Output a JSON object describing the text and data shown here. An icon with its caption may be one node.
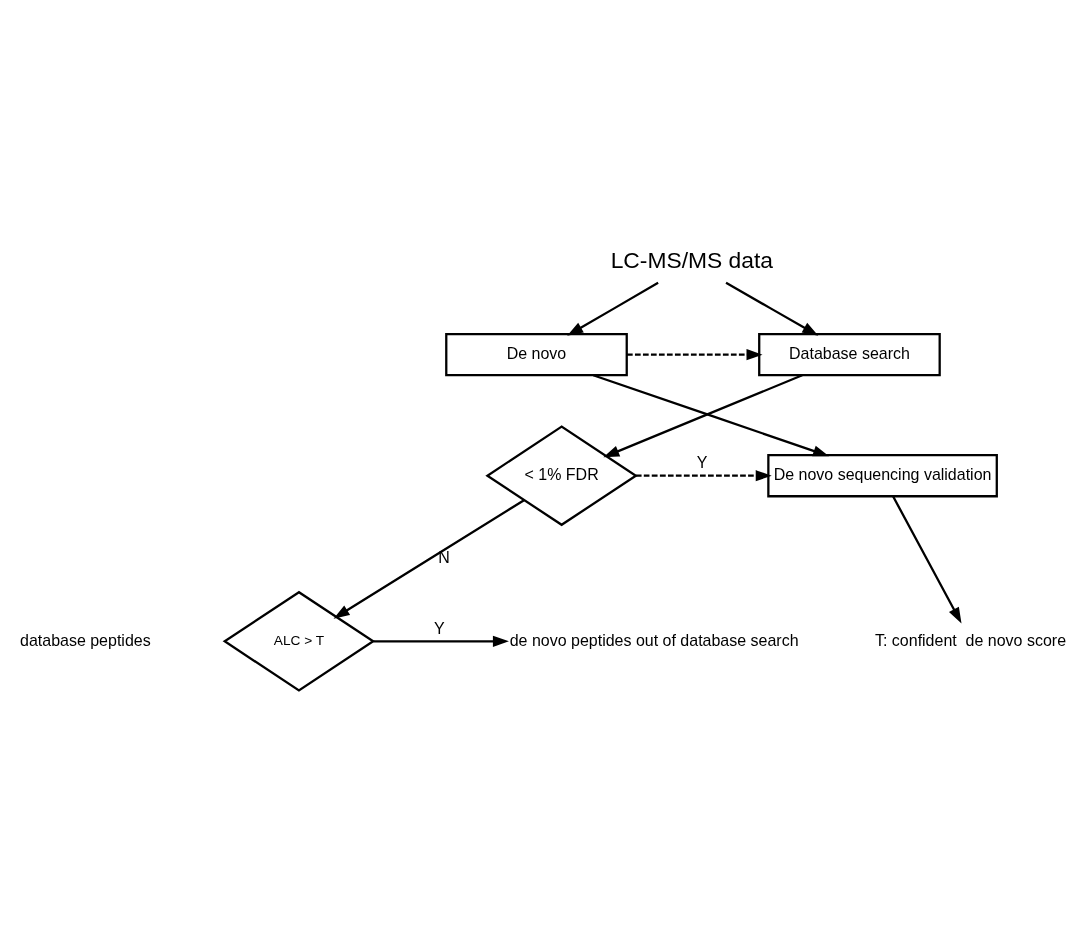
{
  "diagram": {
    "nodes": [
      {
        "text": [
          "LC-MS/MS data"
        ]
      },
      {
        "text": [
          "Database search"
        ]
      },
      {
        "text": [
          "De novo"
        ]
      },
      {
        "text": [
          "< 1% FDR"
        ]
      },
      {
        "text": [
          "De novo sequencing validation"
        ]
      },
      {
        "text": [
          "T: confident  de novo score"
        ]
      },
      {
        "text": [
          "ALC > T"
        ]
      },
      {
        "text": [
          "de novo peptides out of database search"
        ]
      }
    ],
    "edges": [
      {
        "from": 0,
        "to": 1,
        "arrow": "to"
      },
      {
        "from": 0,
        "to": 2,
        "arrow": "to"
      },
      {
        "from": 2,
        "to": 1,
        "arrow": "to",
        "style": "dashed"
      },
      {
        "from": 1,
        "to": 3,
        "arrow": "to"
      },
      {
        "from": 2,
        "to": 4,
        "arrow": "to"
      },
      {
        "from": 3,
        "to": 4,
        "arrow": "to",
        "style": "dashed",
        "label": "Y"
      },
      {
        "from": 3,
        "to": 6,
        "arrow": "to",
        "label": "N"
      },
      {
        "from": 4,
        "to": 5,
        "arrow": "to"
      },
      {
        "from": 6,
        "to": 7,
        "arrow": "to",
        "label": "Y"
      }
    ],
    "labels": [
      "database peptides"
    ]
  }
}
